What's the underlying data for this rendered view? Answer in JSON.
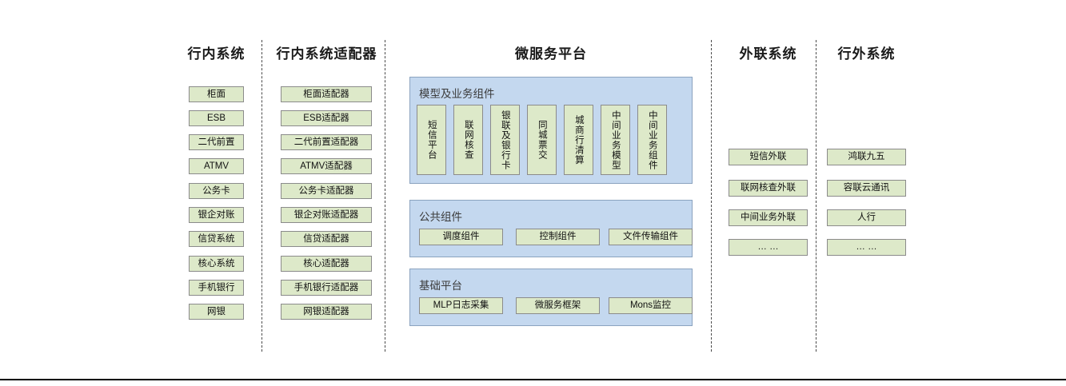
{
  "diagram": {
    "title_internal": "行内系统",
    "title_adapter": "行内系统适配器",
    "title_platform": "微服务平台",
    "title_external_link": "外联系统",
    "title_outside": "行外系统",
    "colors": {
      "node_fill": "#dde9c9",
      "node_border": "#8b8b8b",
      "panel_fill": "#c4d8ef",
      "panel_border": "#8ba3bf",
      "text": "#111111",
      "divider": "#4a4a4a"
    }
  },
  "internal_systems": [
    {
      "label": "柜面"
    },
    {
      "label": "ESB"
    },
    {
      "label": "二代前置"
    },
    {
      "label": "ATMV"
    },
    {
      "label": "公务卡"
    },
    {
      "label": "银企对账"
    },
    {
      "label": "信贷系统"
    },
    {
      "label": "核心系统"
    },
    {
      "label": "手机银行"
    },
    {
      "label": "网银"
    }
  ],
  "adapters": [
    {
      "label": "柜面适配器"
    },
    {
      "label": "ESB适配器"
    },
    {
      "label": "二代前置适配器"
    },
    {
      "label": "ATMV适配器"
    },
    {
      "label": "公务卡适配器"
    },
    {
      "label": "银企对账适配器"
    },
    {
      "label": "信贷适配器"
    },
    {
      "label": "核心适配器"
    },
    {
      "label": "手机银行适配器"
    },
    {
      "label": "网银适配器"
    }
  ],
  "platform": {
    "business_panel": {
      "title": "模型及业务组件",
      "items": [
        {
          "label": "短信平台"
        },
        {
          "label": "联网核查"
        },
        {
          "label": "银联及银行卡"
        },
        {
          "label": "同城票交"
        },
        {
          "label": "城商行清算"
        },
        {
          "label": "中间业务模型"
        },
        {
          "label": "中间业务组件"
        }
      ]
    },
    "common_panel": {
      "title": "公共组件",
      "items": [
        {
          "label": "调度组件"
        },
        {
          "label": "控制组件"
        },
        {
          "label": "文件传输组件"
        }
      ]
    },
    "base_panel": {
      "title": "基础平台",
      "items": [
        {
          "label": "MLP日志采集"
        },
        {
          "label": "微服务框架"
        },
        {
          "label": "Mons监控"
        }
      ]
    }
  },
  "external_link_systems": [
    {
      "label": "短信外联"
    },
    {
      "label": "联网核查外联"
    },
    {
      "label": "中间业务外联"
    },
    {
      "label": "… …"
    }
  ],
  "outside_systems": [
    {
      "label": "鸿联九五"
    },
    {
      "label": "容联云通讯"
    },
    {
      "label": "人行"
    },
    {
      "label": "… …"
    }
  ]
}
